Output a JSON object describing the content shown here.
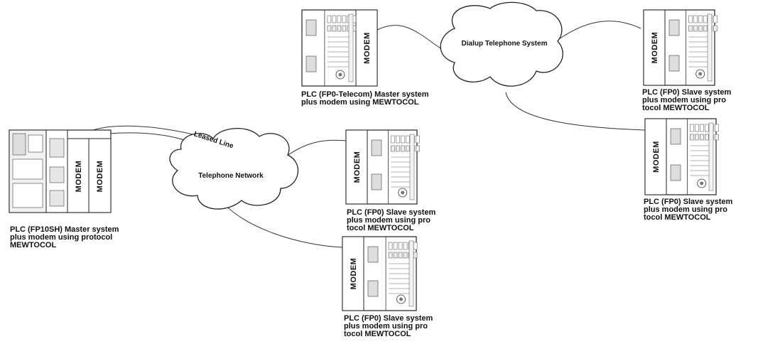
{
  "clouds": {
    "dialup": "Dialup Telephone System",
    "telephone": "Telephone Network",
    "leased_line": "Leased Line"
  },
  "modem_label": "MODEM",
  "captions": {
    "master_fp10sh": [
      "PLC (FP10SH) Master system",
      "plus modem using protocol",
      "MEWTOCOL"
    ],
    "master_telecom": [
      "PLC (FP0-Telecom) Master system",
      "plus modem using MEWTOCOL"
    ],
    "slave_top_right": [
      "PLC (FP0) Slave system",
      "plus modem using pro",
      "tocol MEWTOCOL"
    ],
    "slave_mid_right": [
      "PLC (FP0) Slave system",
      "plus modem using pro",
      "tocol MEWTOCOL"
    ],
    "slave_center_1": [
      "PLC (FP0) Slave system",
      "plus modem using pro",
      "tocol MEWTOCOL"
    ],
    "slave_center_2": [
      "PLC (FP0) Slave system",
      "plus modem using pro",
      "tocol MEWTOCOL"
    ]
  }
}
